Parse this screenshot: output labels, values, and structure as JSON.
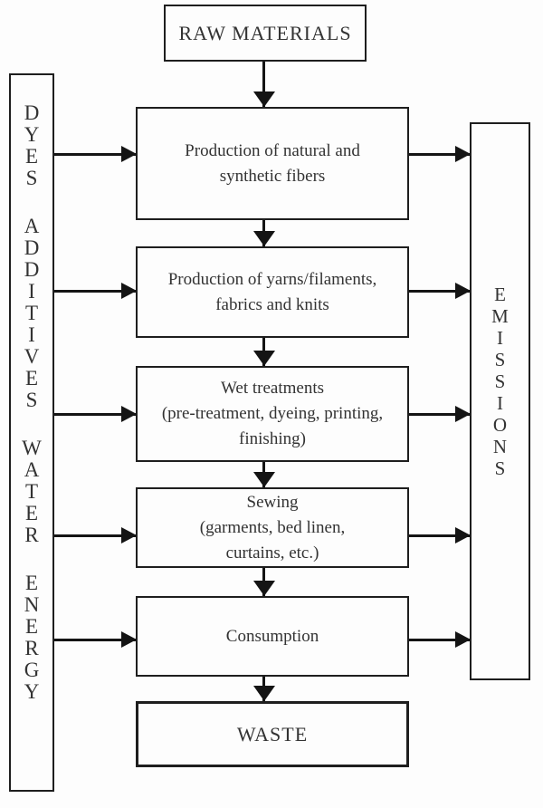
{
  "diagram": {
    "title_box": {
      "label": "RAW MATERIALS"
    },
    "left_rail": {
      "words": [
        "DYES",
        "ADDITIVES",
        "WATER",
        "ENERGY"
      ]
    },
    "right_rail": {
      "word": "EMISSIONS"
    },
    "process_boxes": [
      {
        "id": "fibers",
        "lines": [
          "Production of natural and",
          "synthetic fibers"
        ]
      },
      {
        "id": "yarns",
        "lines": [
          "Production of yarns/filaments,",
          "fabrics and knits"
        ]
      },
      {
        "id": "wet",
        "lines": [
          "Wet treatments",
          "(pre-treatment, dyeing, printing,",
          "finishing)"
        ]
      },
      {
        "id": "sewing",
        "lines": [
          "Sewing",
          "(garments, bed linen,",
          "curtains, etc.)"
        ]
      },
      {
        "id": "consumption",
        "lines": [
          "Consumption"
        ]
      }
    ],
    "end_box": {
      "label": "WASTE"
    },
    "colors": {
      "line": "#1e1e1e",
      "background": "#fdfdfd",
      "text": "#333333"
    }
  }
}
